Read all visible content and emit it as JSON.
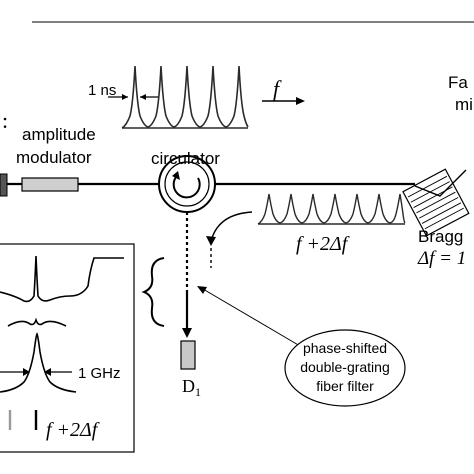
{
  "labels": {
    "pulse_width": "1 ns",
    "frequency": "f",
    "faraday_mirror_line1": "Fa",
    "faraday_mirror_line2": "mi",
    "amplitude_modulator_line1": "amplitude",
    "amplitude_modulator_line2": "modulator",
    "circulator": "circulator",
    "bragg_grating": "Bragg",
    "delta_f": "Δf = 1",
    "shifted_frequency": "f +2Δf",
    "linewidth": "1 GHz",
    "filter_line1": "phase-shifted",
    "filter_line2": "double-grating",
    "filter_line3": "fiber filter",
    "detector": "D",
    "detector_subscript": "1",
    "inset_frequency": "f +2Δf",
    "source_glyph": ":"
  },
  "colors": {
    "ink": "#000000",
    "pulse_stroke": "#2a2a2a",
    "modulator_fill": "#cfcfcf",
    "detector_fill": "#c8c8c8",
    "inset_grey_marker": "#9a9a9a"
  }
}
